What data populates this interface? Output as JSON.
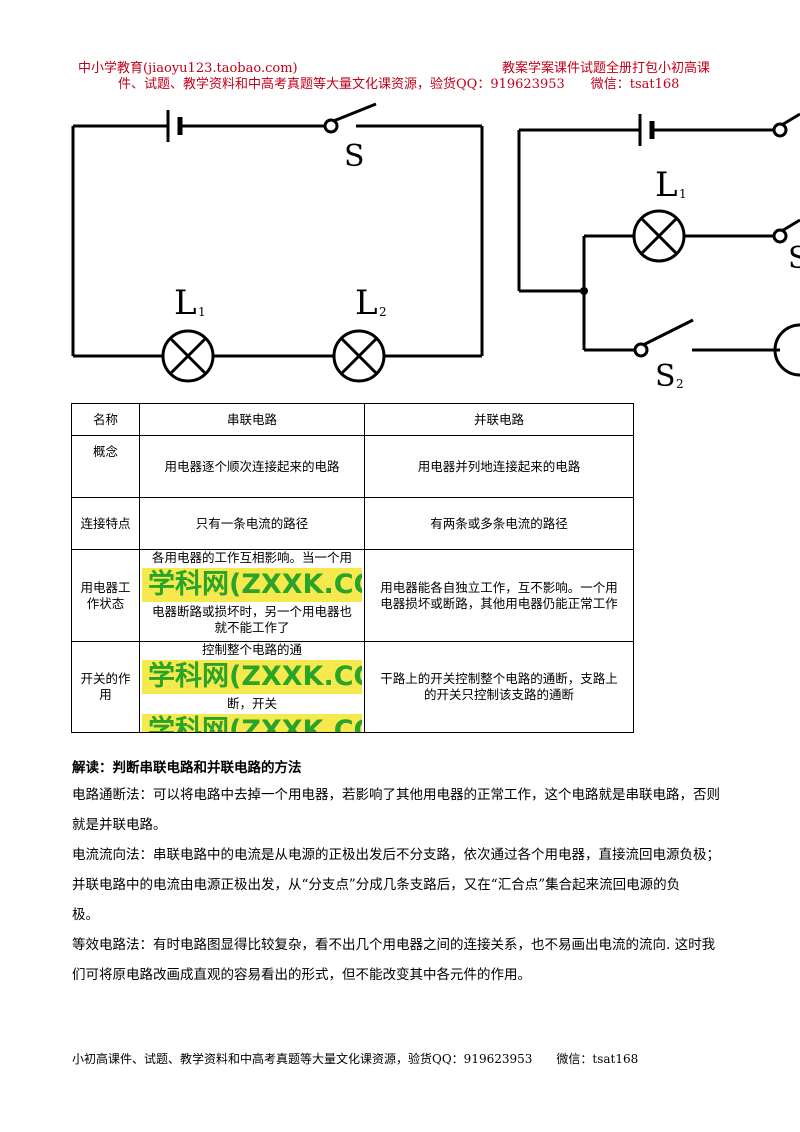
{
  "header": {
    "line1_left": "中小学教育(jiaoyu123.taobao.com)",
    "line1_right": "教案学案课件试题全册打包小初高课",
    "line2": "件、试题、教学资料和中高考真题等大量文化课资源，验货QQ：919623953　　微信：tsat168"
  },
  "circuits": {
    "series": {
      "switch_label": "S",
      "lamp1_label": "L",
      "lamp1_sub": "1",
      "lamp2_label": "L",
      "lamp2_sub": "2"
    },
    "parallel": {
      "lamp1_label": "L",
      "lamp1_sub": "1",
      "switch1_label": "S",
      "switch2_label": "S",
      "switch2_sub": "2"
    }
  },
  "table": {
    "headers": [
      "名称",
      "串联电路",
      "并联电路"
    ],
    "rows": [
      {
        "name": "概念",
        "series": "用电器逐个顺次连接起来的电路",
        "parallel": "用电器并列地连接起来的电路"
      },
      {
        "name": "连接特点",
        "series": "只有一条电流的路径",
        "parallel": "有两条或多条电流的路径"
      },
      {
        "name_l1": "用电器工",
        "name_l2": "作状态",
        "series_l1": "各用电器的工作互相影响。当一个用",
        "series_l2": "电器断路或损坏时，另一个用电器也",
        "series_l3": "就不能工作了",
        "parallel_l1": "用电器能各自独立工作，互不影响。一个用",
        "parallel_l2": "电器损坏或断路，其他用电器仍能正常工作"
      },
      {
        "name_l1": "开关的作",
        "name_l2": "用",
        "series_l1": "控制整个电路的通",
        "series_l2": "断，开关",
        "parallel_l1": "干路上的开关控制整个电路的通断，支路上",
        "parallel_l2": "的开关只控制该支路的通断"
      }
    ],
    "watermark": "学科网(ZXXK.CO"
  },
  "body": {
    "title": "解读：判断串联电路和并联电路的方法",
    "p1_l1": "电路通断法：可以将电路中去掉一个用电器，若影响了其他用电器的正常工作，这个电路就是串联电路，否则",
    "p1_l2": "就是并联电路。",
    "p2_l1": "电流流向法：串联电路中的电流是从电源的正极出发后不分支路，依次通过各个用电器，直接流回电源负极；",
    "p2_l2": "并联电路中的电流由电源正极出发，从“分支点”分成几条支路后，又在“汇合点”集合起来流回电源的负",
    "p2_l3": "极。",
    "p3_l1": "等效电路法：有时电路图显得比较复杂，看不出几个用电器之间的连接关系，也不易画出电流的流向. 这时我",
    "p3_l2": "们可将原电路改画成直观的容易看出的形式，但不能改变其中各元件的作用。"
  },
  "footer": "小初高课件、试题、教学资料和中高考真题等大量文化课资源，验货QQ：919623953　　微信：tsat168"
}
